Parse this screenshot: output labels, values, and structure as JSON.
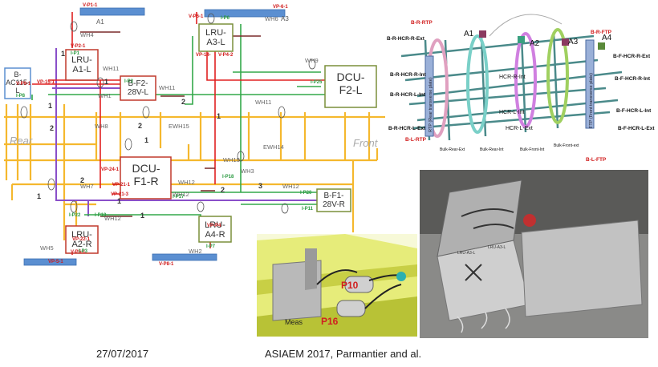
{
  "schematic": {
    "boxes": {
      "lru_a1l": "LRU-\nA1-L",
      "lru_a3l": "LRU-\nA3-L",
      "b_ac115l": "B-\nAC115-\nL",
      "b_f2_28vl": "B-F2-\n28V-L",
      "dcu_f2l": "DCU-\nF2-L",
      "dcu_f1r": "DCU-\nF1-R",
      "b_f1_28vr": "B-F1-\n28V-R",
      "lru_a2r": "LRU-\nA2-R",
      "lru_a4r": "LRU-\nA4-R"
    },
    "harness_labels": [
      "WH4",
      "WH6",
      "WH11",
      "WH1",
      "WH11",
      "WH9",
      "WH11",
      "WH8",
      "EWH15",
      "EWH14",
      "WH10",
      "WH7",
      "WH12",
      "WH12",
      "WH3",
      "WH12",
      "WH2",
      "WH5",
      "WH12"
    ],
    "zone_labels": {
      "rear": "Rear",
      "front": "Front"
    },
    "antenna_labels": {
      "a1": "A1",
      "a3": "A3"
    },
    "red_pins": [
      "V-P1-1",
      "V-P6-1",
      "VP-6-1",
      "VP-14-",
      "VP-15-1",
      "VP-24-1",
      "VP-21-1",
      "VP-21-3",
      "VP-22-1",
      "V-P5-1",
      "VP-5-1",
      "V-P8-1",
      "V-P4-2",
      "V-P2-1",
      "V-P9-1",
      "VP-P4"
    ],
    "green_pins": [
      "I-P6",
      "I-P25",
      "I-P1",
      "I-P17",
      "I-P18",
      "I-P11",
      "I-P20",
      "I-P2",
      "I-P7",
      "I-P19",
      "I-P22",
      "I-P3",
      "I-P8"
    ],
    "numbers": [
      "1",
      "2",
      "1",
      "2",
      "2",
      "1",
      "1",
      "3",
      "2",
      "1",
      "2",
      "1",
      "1",
      "1"
    ]
  },
  "diagram3d": {
    "antennas": [
      "A1",
      "A2",
      "A3",
      "A4"
    ],
    "tags": [
      "B-R-RTP",
      "B-R-FTP",
      "B-R-HCR-R-Ext",
      "B-F-HCR-R-Ext",
      "B-R-HCR-R-Int",
      "B-F-HCR-R-Int",
      "B-R-HCR-L-Int",
      "B-F-HCR-L-Int",
      "B-R-HCR-L-Ext",
      "B-F-HCR-L-Ext",
      "B-L-RTP",
      "B-L-FTP"
    ],
    "internal": [
      "HCR-R-Int",
      "HCR-L-Int",
      "HCR-L-Ext"
    ],
    "plates": [
      "RTP (Rear transverse plate)",
      "FTP (Front transverse plate)"
    ],
    "bulks": [
      "Bulk-Rear-Ext",
      "Bulk-Rear-Int",
      "Bulk-Front-Int",
      "Bulk-Front-ext"
    ]
  },
  "cad_detail": {
    "labels": [
      "P10",
      "P16",
      "Meas"
    ]
  },
  "photo": {
    "labels": [
      "LRU-A3-L",
      "LRU-A3-L"
    ]
  },
  "footer": {
    "date": "27/07/2017",
    "citation": "ASIAEM 2017, Parmantier and al."
  },
  "colors": {
    "orange": "#f5b82e",
    "purple": "#8a4fc9",
    "green": "#33a84a",
    "red": "#e02020",
    "darkred": "#8b2a2a",
    "blue": "#5b8fd1",
    "olive": "#7a8f3a"
  }
}
